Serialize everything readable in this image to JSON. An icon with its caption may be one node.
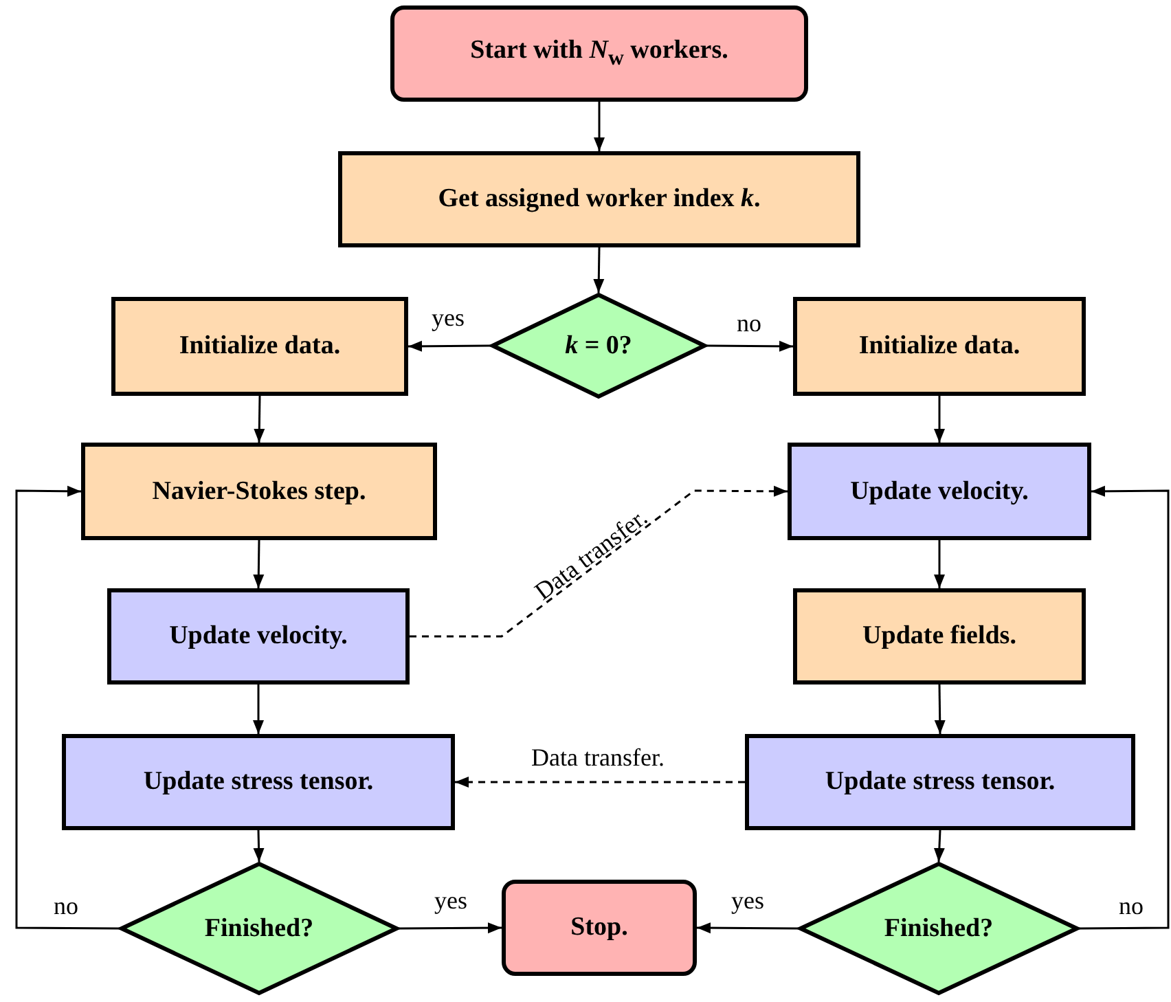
{
  "diagram": {
    "nodes": [
      {
        "text": [
          "Start with *N*$_{w}$ workers."
        ]
      },
      {
        "text": [
          "Get assigned worker index *k*."
        ]
      },
      {
        "text": [
          "*k* = 0?"
        ]
      },
      {
        "text": [
          "Initialize data."
        ]
      },
      {
        "text": [
          "Initialize data."
        ]
      },
      {
        "text": [
          "Navier-Stokes step."
        ]
      },
      {
        "text": [
          "Update velocity."
        ]
      },
      {
        "text": [
          "Update velocity."
        ]
      },
      {
        "text": [
          "Update fields."
        ]
      },
      {
        "text": [
          "Update stress tensor."
        ]
      },
      {
        "text": [
          "Update stress tensor."
        ]
      },
      {
        "text": [
          "Finished?"
        ]
      },
      {
        "text": [
          "Stop."
        ]
      },
      {
        "text": [
          "Finished?"
        ]
      }
    ],
    "edges": [
      {
        "from": 0,
        "to": 1,
        "arrow": "to"
      },
      {
        "from": 1,
        "to": 2,
        "arrow": "to"
      },
      {
        "from": 2,
        "to": 3,
        "arrow": "to",
        "label": "yes"
      },
      {
        "from": 2,
        "to": 4,
        "arrow": "to",
        "label": "no"
      },
      {
        "from": 3,
        "to": 5,
        "arrow": "to"
      },
      {
        "from": 4,
        "to": 6,
        "arrow": "to"
      },
      {
        "from": 5,
        "to": 7,
        "arrow": "to"
      },
      {
        "from": 7,
        "to": 9,
        "arrow": "to"
      },
      {
        "from": 9,
        "to": 11,
        "arrow": "to"
      },
      {
        "from": 11,
        "to": 12,
        "arrow": "to",
        "label": "yes"
      },
      {
        "from": 11,
        "to": 5,
        "arrow": "to",
        "label": "no"
      },
      {
        "from": 6,
        "to": 8,
        "arrow": "to"
      },
      {
        "from": 8,
        "to": 10,
        "arrow": "to"
      },
      {
        "from": 10,
        "to": 13,
        "arrow": "to"
      },
      {
        "from": 13,
        "to": 12,
        "arrow": "to",
        "label": "yes"
      },
      {
        "from": 13,
        "to": 6,
        "arrow": "to",
        "label": "no"
      },
      {
        "from": 7,
        "to": 6,
        "arrow": "to",
        "label": "Data transfer.",
        "style": "dashed"
      },
      {
        "from": 10,
        "to": 9,
        "arrow": "to",
        "label": "Data transfer.",
        "style": "dashed"
      }
    ]
  }
}
